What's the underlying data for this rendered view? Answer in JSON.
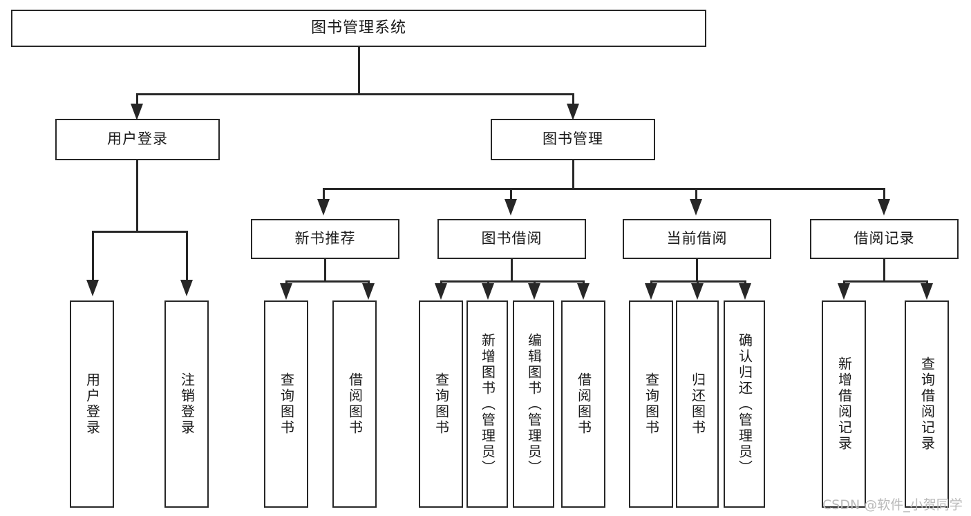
{
  "diagram": {
    "title": "图书管理系统",
    "type": "tree-hierarchy-chart",
    "colors": {
      "stroke": "#272727",
      "fill": "#ffffff",
      "text": "#1a1a1a",
      "watermark": "#b9b9b9"
    },
    "root": {
      "label": "图书管理系统"
    },
    "level2": [
      {
        "label": "用户登录"
      },
      {
        "label": "图书管理"
      }
    ],
    "level3": [
      {
        "label": "新书推荐"
      },
      {
        "label": "图书借阅"
      },
      {
        "label": "当前借阅"
      },
      {
        "label": "借阅记录"
      }
    ],
    "leaves": [
      {
        "label": "用户登录",
        "parent": "用户登录"
      },
      {
        "label": "注销登录",
        "parent": "用户登录"
      },
      {
        "label": "查询图书",
        "parent": "新书推荐"
      },
      {
        "label": "借阅图书",
        "parent": "新书推荐"
      },
      {
        "label": "查询图书",
        "parent": "图书借阅"
      },
      {
        "label": "新增图书（管理员）",
        "parent": "图书借阅"
      },
      {
        "label": "编辑图书（管理员）",
        "parent": "图书借阅"
      },
      {
        "label": "借阅图书",
        "parent": "图书借阅"
      },
      {
        "label": "查询图书",
        "parent": "当前借阅"
      },
      {
        "label": "归还图书",
        "parent": "当前借阅"
      },
      {
        "label": "确认归还（管理员）",
        "parent": "当前借阅"
      },
      {
        "label": "新增借阅记录",
        "parent": "借阅记录"
      },
      {
        "label": "查询借阅记录",
        "parent": "借阅记录"
      }
    ],
    "watermark": "CSDN @软件_小贺同学"
  }
}
